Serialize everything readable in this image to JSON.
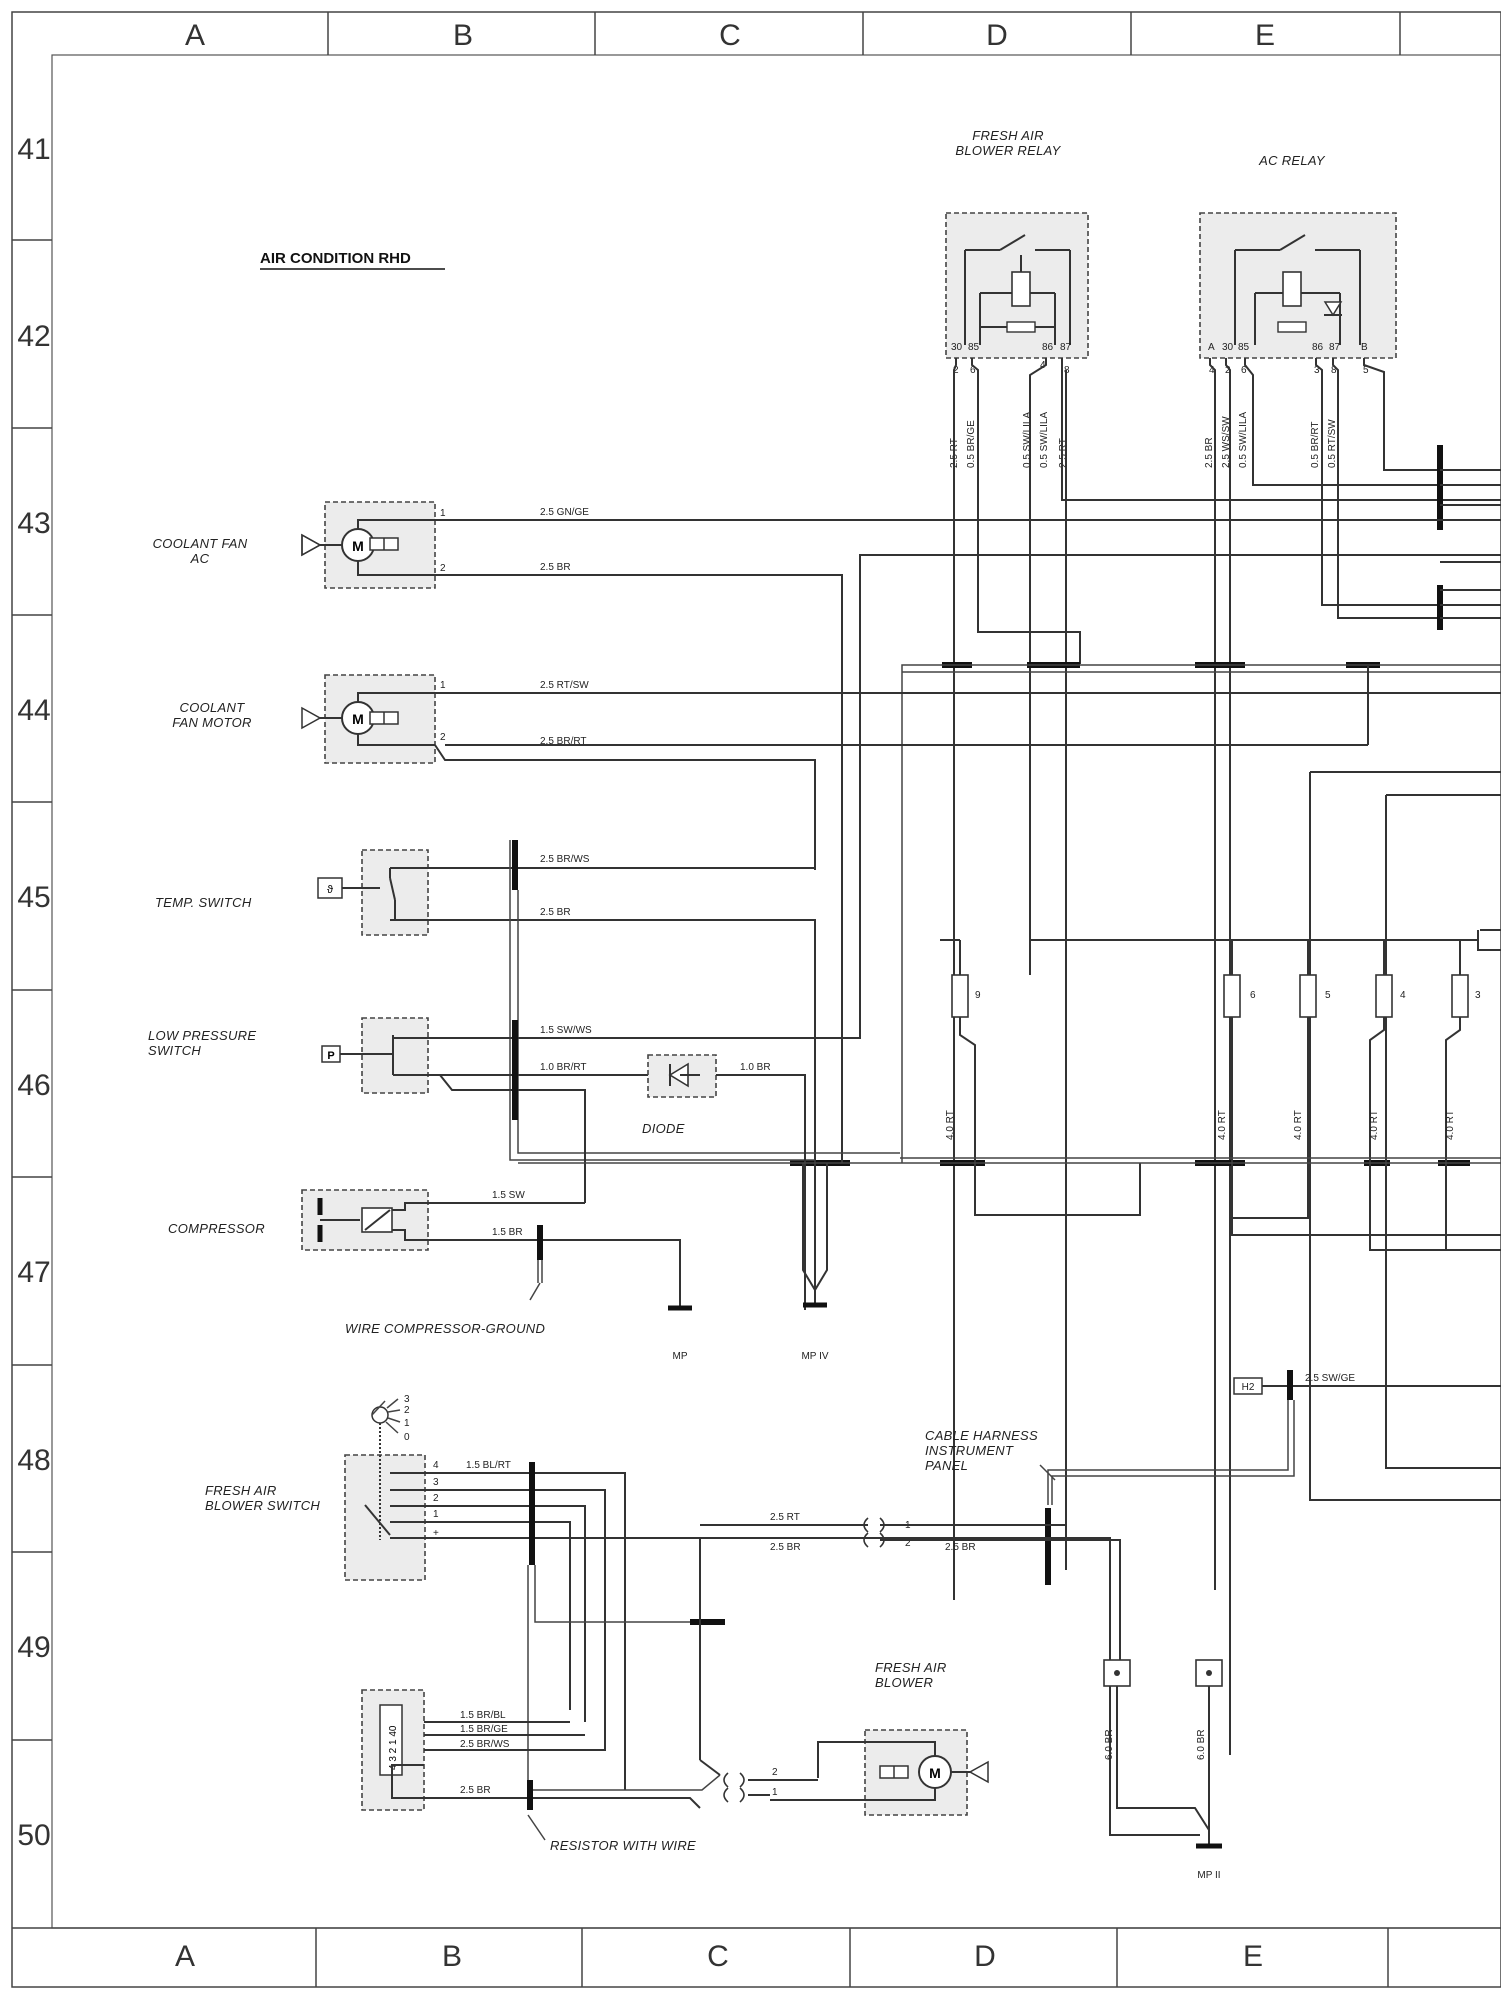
{
  "title": "AIR CONDITION RHD",
  "columns_top": [
    "A",
    "B",
    "C",
    "D",
    "E"
  ],
  "columns_bottom": [
    "A",
    "B",
    "C",
    "D",
    "E"
  ],
  "rows": [
    "41",
    "42",
    "43",
    "44",
    "45",
    "46",
    "47",
    "48",
    "49",
    "50"
  ],
  "components": {
    "fresh_air_blower_relay": "FRESH AIR\nBLOWER RELAY",
    "ac_relay": "AC RELAY",
    "coolant_fan_ac": "COOLANT FAN\nAC",
    "coolant_fan_motor": "COOLANT\nFAN MOTOR",
    "temp_switch": "TEMP. SWITCH",
    "low_pressure_switch": "LOW PRESSURE\nSWITCH",
    "diode": "DIODE",
    "compressor": "COMPRESSOR",
    "wire_compressor_ground": "WIRE COMPRESSOR-GROUND",
    "fresh_air_blower_switch": "FRESH AIR\nBLOWER SWITCH",
    "cable_harness": "CABLE HARNESS\nINSTRUMENT\nPANEL",
    "fresh_air_blower": "FRESH AIR\nBLOWER",
    "resistor_with_wire": "RESISTOR WITH WIRE"
  },
  "grounds": {
    "mp": "MP",
    "mp_iv": "MP IV",
    "mp_ii": "MP II"
  },
  "connector_h2": "H2",
  "relay1_pins_top": [
    "30",
    "85",
    "86",
    "87"
  ],
  "relay1_pins_bottom": [
    "2",
    "6",
    "4",
    "8"
  ],
  "relay2_pins_top": [
    "A",
    "30",
    "85",
    "86",
    "87",
    "B"
  ],
  "relay2_pins_bottom": [
    "4",
    "2",
    "6",
    "3",
    "8",
    "5"
  ],
  "relay_wire_labels": [
    "2.5 RT",
    "0.5 BR/GE",
    "0.5 SW/LILA",
    "0.5 SW/LILA",
    "2.5 RT",
    "2.5 BR",
    "2.5 WS/SW",
    "0.5 SW/LILA",
    "0.5 BR/RT",
    "0.5 RT/SW"
  ],
  "wire_labels": {
    "cf_ac_1": "2.5 GN/GE",
    "cf_ac_2": "2.5 BR",
    "cf_m_1": "2.5 RT/SW",
    "cf_m_2": "2.5 BR/RT",
    "ts_1": "2.5 BR/WS",
    "ts_2": "2.5 BR",
    "lp_1": "1.5 SW/WS",
    "lp_2": "1.0 BR/RT",
    "diode_out": "1.0 BR",
    "comp_1": "1.5 SW",
    "comp_2": "1.5 BR",
    "h2": "2.5 SW/GE",
    "bs_4": "1.5 BL/RT",
    "conn_rt": "2.5 RT",
    "conn_br": "2.5 BR",
    "conn_br2": "2.5 BR",
    "res_1": "1.5 BR/BL",
    "res_2": "1.5 BR/GE",
    "res_3": "2.5 BR/WS",
    "res_4": "2.5 BR",
    "gnd_1": "6.0 BR",
    "gnd_2": "6.0 BR",
    "fuse_wire": "4.0 RT"
  },
  "fuses": [
    "9",
    "6",
    "5",
    "4",
    "3"
  ],
  "pin_numbers": {
    "one": "1",
    "two": "2",
    "three": "3",
    "four": "4",
    "zero": "0",
    "plus": "+"
  },
  "resistor_code": "4 3 2 1 40"
}
